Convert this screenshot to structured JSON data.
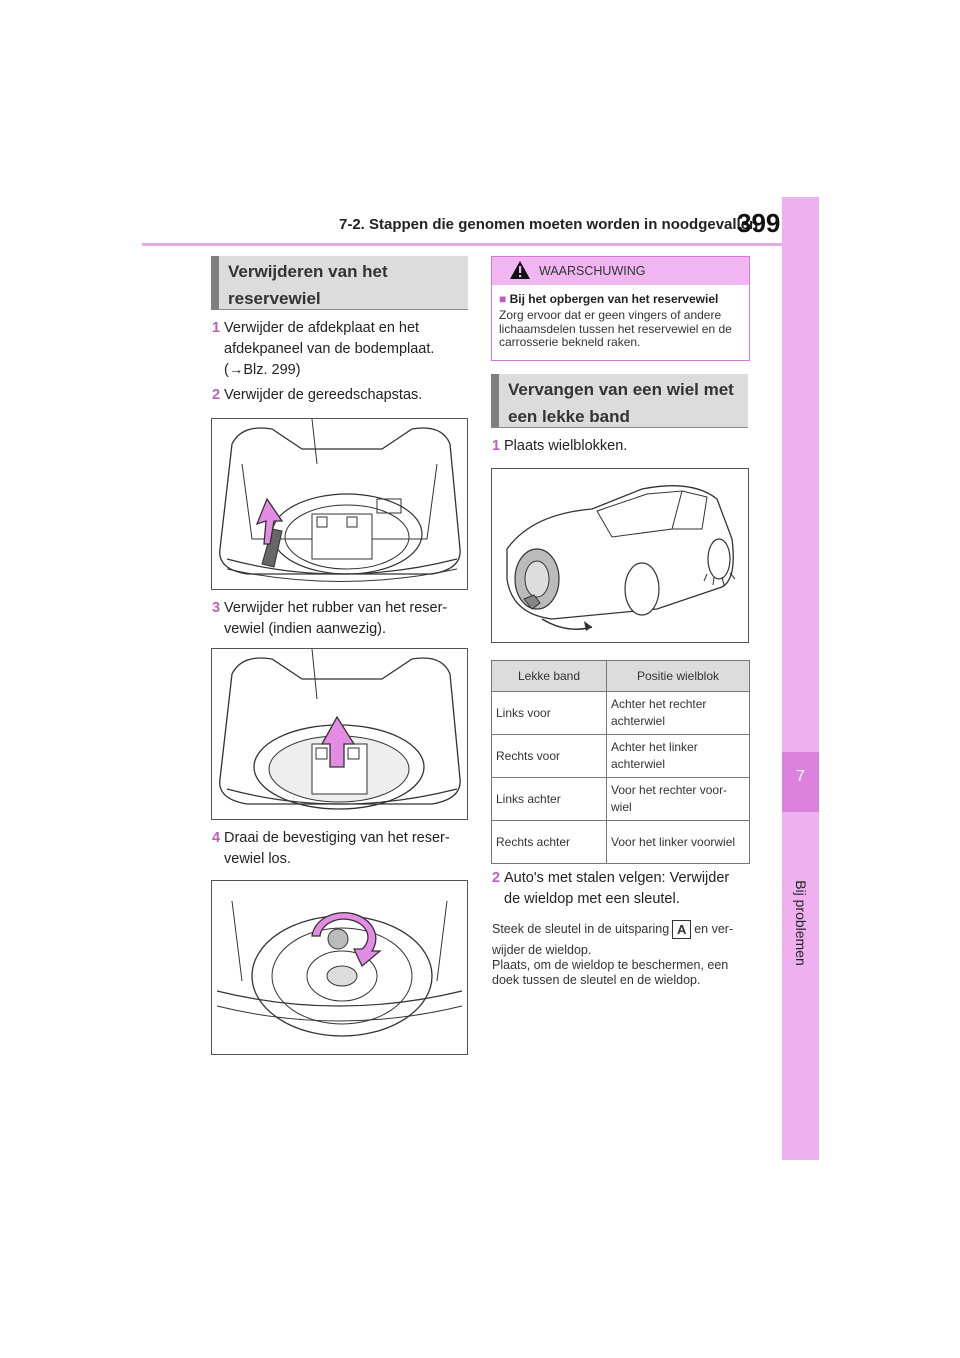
{
  "header": {
    "section_title": "7-2. Stappen die genomen moeten worden in noodgevallen",
    "page_number": "399"
  },
  "side_tab": {
    "chapter": "7",
    "label": "Bij problemen"
  },
  "left": {
    "section_heading_line1": "Verwijderen van het",
    "section_heading_line2": "reservewiel",
    "steps": [
      {
        "num": "1",
        "lines": [
          "Verwijder de afdekplaat en het",
          "afdekpaneel van de bodemplaat.",
          "(→Blz. 299)"
        ]
      },
      {
        "num": "2",
        "lines": [
          "Verwijder de gereedschapstas."
        ]
      },
      {
        "num": "3",
        "lines": [
          "Verwijder het rubber van het reser-",
          "vewiel (indien aanwezig)."
        ]
      },
      {
        "num": "4",
        "lines": [
          "Draai de bevestiging van het reser-",
          "vewiel los."
        ]
      }
    ]
  },
  "warning": {
    "title": "WAARSCHUWING",
    "subheading": "Bij het opbergen van het reservewiel",
    "body": "Zorg ervoor dat er geen vingers of andere lichaamsdelen tussen het reservewiel en de carrosserie bekneld raken."
  },
  "right": {
    "section_heading_line1": "Vervangen van een wiel met",
    "section_heading_line2": "een lekke band",
    "step1": {
      "num": "1",
      "text": "Plaats wielblokken."
    },
    "table": {
      "headers": [
        "Lekke band",
        "Positie wielblok"
      ],
      "rows": [
        [
          "Links voor",
          "Achter het rechter achterwiel"
        ],
        [
          "Rechts voor",
          "Achter het linker achterwiel"
        ],
        [
          "Links achter",
          "Voor het rechter voor-wiel"
        ],
        [
          "Rechts achter",
          "Voor het linker voorwiel"
        ]
      ]
    },
    "step2": {
      "num": "2",
      "lines": [
        "Auto's met stalen velgen: Verwijder",
        "de wieldop met een sleutel."
      ]
    },
    "note_before_key": "Steek de sleutel in de uitsparing",
    "note_key": "A",
    "note_after_key": "en ver-",
    "note_line2": "wijder de wieldop.",
    "note_line3": "Plaats, om de wieldop te beschermen, een",
    "note_line4": "doek tussen de sleutel en de wieldop."
  }
}
